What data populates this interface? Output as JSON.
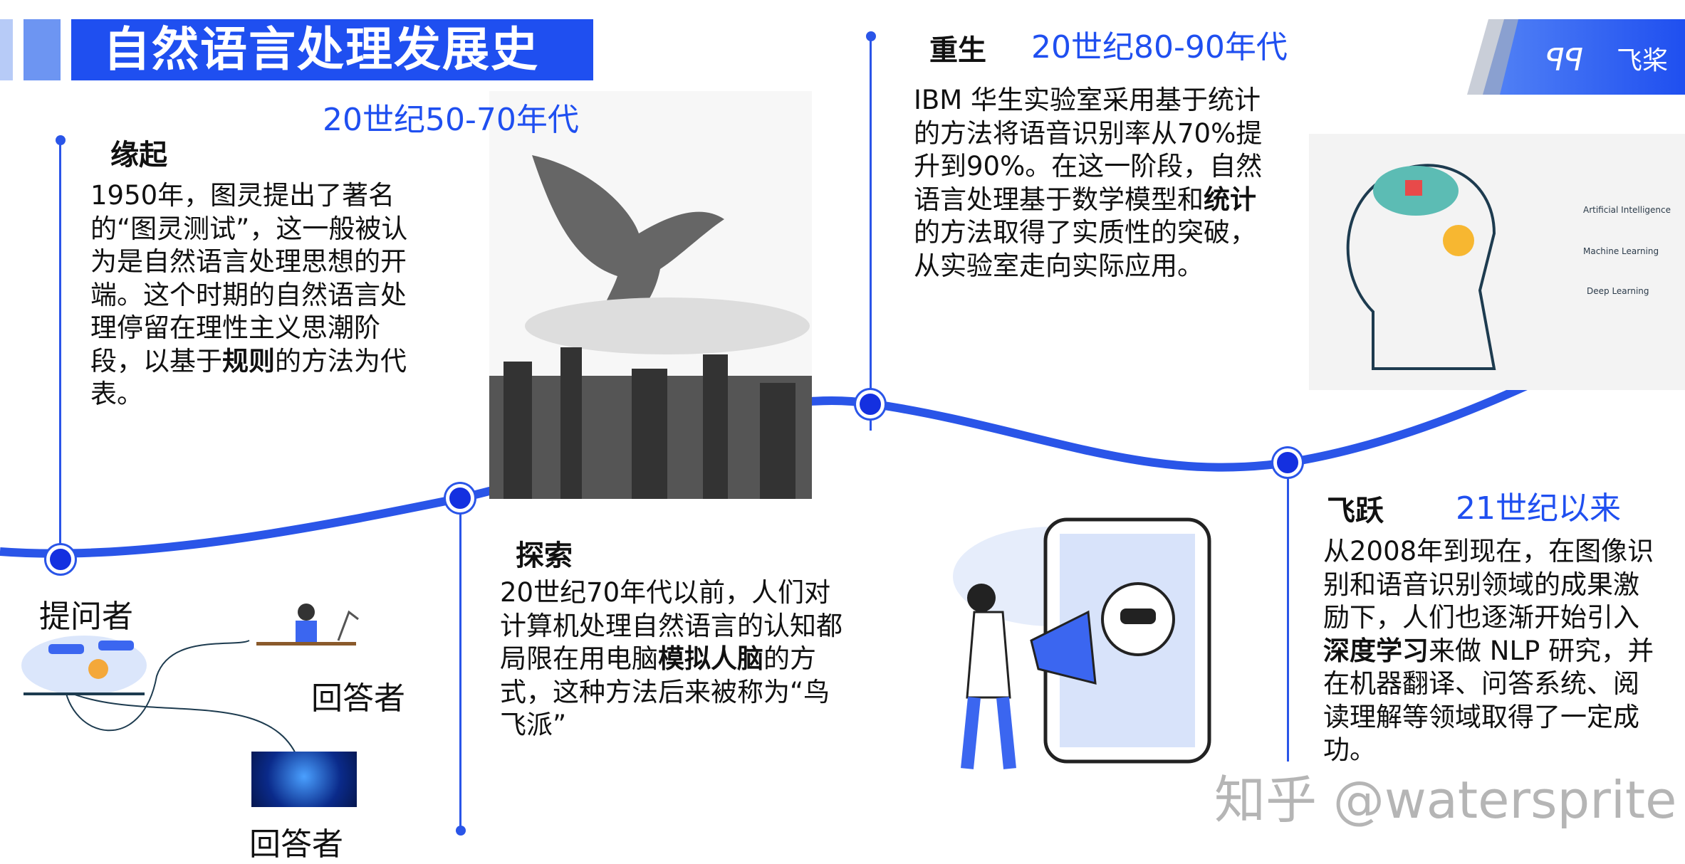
{
  "title": "自然语言处理发展史",
  "logo": {
    "text": "飞桨",
    "brand_color": "#2a55e8"
  },
  "accent_color": "#1f4ff0",
  "stages": [
    {
      "heading": "缘起",
      "period": "20世纪50-70年代",
      "text_parts": [
        "1950年，图灵提出了著名的“图灵测试”，这一般被认为是自然语言处理思想的开端。这个时期的自然语言处理停留在理性主义思潮阶段，以基于",
        "规则",
        "的方法为代表。"
      ]
    },
    {
      "heading": "探索",
      "text_parts": [
        "20世纪70年代以前，人们对计算机处理自然语言的认知都局限在用电脑",
        "模拟人脑",
        "的方式，这种方法后来被称为“鸟飞派”"
      ]
    },
    {
      "heading": "重生",
      "period": "20世纪80-90年代",
      "text_parts": [
        "IBM 华生实验室采用基于统计的方法将语音识别率从70%提升到90%。在这一阶段，自然语言处理基于数学模型和",
        "统计",
        "的方法取得了实质性的突破，从实验室走向实际应用。"
      ]
    },
    {
      "heading": "飞跃",
      "period": "21世纪以来",
      "text_parts": [
        "从2008年到现在，在图像识别和语音识别领域的成果激励下，人们也逐渐开始引入",
        "深度学习",
        "来做 NLP 研究，并在机器翻译、问答系统、阅读理解等领域取得了一定成功。"
      ]
    }
  ],
  "ai_image_labels": [
    "Artificial Intelligence",
    "Machine Learning",
    "Deep Learning"
  ],
  "figure_labels": {
    "asker": "提问者",
    "answerer1": "回答者",
    "answerer2": "回答者"
  },
  "watermark": "知乎 @watersprite"
}
